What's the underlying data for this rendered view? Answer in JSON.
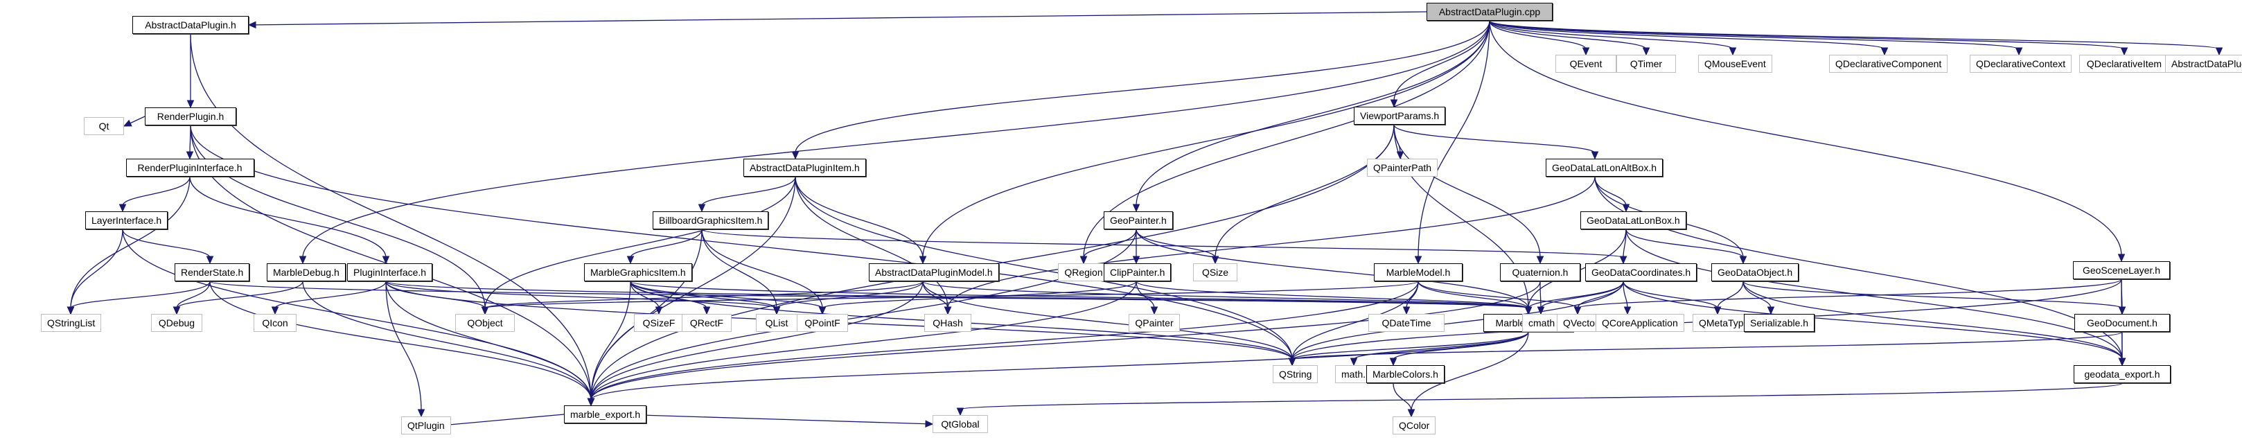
{
  "title": "AbstractDataPlugin.cpp include dependency graph",
  "colors": {
    "edge": "#191970",
    "root_fill": "#bfbfbf",
    "local_border": "#000000",
    "system_border": "#bfbfbf"
  },
  "nodes": [
    {
      "id": "root",
      "label": "AbstractDataPlugin.cpp",
      "kind": "root"
    },
    {
      "id": "adp_h",
      "label": "AbstractDataPlugin.h",
      "kind": "local"
    },
    {
      "id": "renderplugin",
      "label": "RenderPlugin.h",
      "kind": "local"
    },
    {
      "id": "qt",
      "label": "Qt",
      "kind": "system"
    },
    {
      "id": "rpi",
      "label": "RenderPluginInterface.h",
      "kind": "local"
    },
    {
      "id": "layeri",
      "label": "LayerInterface.h",
      "kind": "local"
    },
    {
      "id": "renderstate",
      "label": "RenderState.h",
      "kind": "local"
    },
    {
      "id": "marbledebug",
      "label": "MarbleDebug.h",
      "kind": "local"
    },
    {
      "id": "plugininterface",
      "label": "PluginInterface.h",
      "kind": "local"
    },
    {
      "id": "qstringlist",
      "label": "QStringList",
      "kind": "system"
    },
    {
      "id": "qdebug",
      "label": "QDebug",
      "kind": "system"
    },
    {
      "id": "qicon",
      "label": "QIcon",
      "kind": "system"
    },
    {
      "id": "qobject",
      "label": "QObject",
      "kind": "system"
    },
    {
      "id": "marble_export",
      "label": "marble_export.h",
      "kind": "local"
    },
    {
      "id": "qtplugin",
      "label": "QtPlugin",
      "kind": "system"
    },
    {
      "id": "qtglobal",
      "label": "QtGlobal",
      "kind": "system"
    },
    {
      "id": "adpitem",
      "label": "AbstractDataPluginItem.h",
      "kind": "local"
    },
    {
      "id": "billboard",
      "label": "BillboardGraphicsItem.h",
      "kind": "local"
    },
    {
      "id": "mgitem",
      "label": "MarbleGraphicsItem.h",
      "kind": "local"
    },
    {
      "id": "adpmodel",
      "label": "AbstractDataPluginModel.h",
      "kind": "local"
    },
    {
      "id": "qsizef",
      "label": "QSizeF",
      "kind": "system"
    },
    {
      "id": "qrectf",
      "label": "QRectF",
      "kind": "system"
    },
    {
      "id": "qlist",
      "label": "QList",
      "kind": "system"
    },
    {
      "id": "qpointf",
      "label": "QPointF",
      "kind": "system"
    },
    {
      "id": "qhash",
      "label": "QHash",
      "kind": "system"
    },
    {
      "id": "qregion",
      "label": "QRegion",
      "kind": "system"
    },
    {
      "id": "geopainter",
      "label": "GeoPainter.h",
      "kind": "local"
    },
    {
      "id": "clippainter",
      "label": "ClipPainter.h",
      "kind": "local"
    },
    {
      "id": "qsize",
      "label": "QSize",
      "kind": "system"
    },
    {
      "id": "qpainter",
      "label": "QPainter",
      "kind": "system"
    },
    {
      "id": "viewport",
      "label": "ViewportParams.h",
      "kind": "local"
    },
    {
      "id": "qpainterpath",
      "label": "QPainterPath",
      "kind": "system"
    },
    {
      "id": "marblemodel",
      "label": "MarbleModel.h",
      "kind": "local"
    },
    {
      "id": "qdatetime",
      "label": "QDateTime",
      "kind": "system"
    },
    {
      "id": "quaternion",
      "label": "Quaternion.h",
      "kind": "local"
    },
    {
      "id": "marbleglobal",
      "label": "MarbleGlobal.h",
      "kind": "local"
    },
    {
      "id": "qstring",
      "label": "QString",
      "kind": "system"
    },
    {
      "id": "mathh",
      "label": "math.h",
      "kind": "system"
    },
    {
      "id": "marblecolors",
      "label": "MarbleColors.h",
      "kind": "local"
    },
    {
      "id": "qcolor",
      "label": "QColor",
      "kind": "system"
    },
    {
      "id": "gdlaab",
      "label": "GeoDataLatLonAltBox.h",
      "kind": "local"
    },
    {
      "id": "gdllb",
      "label": "GeoDataLatLonBox.h",
      "kind": "local"
    },
    {
      "id": "gdcoords",
      "label": "GeoDataCoordinates.h",
      "kind": "local"
    },
    {
      "id": "gdobject",
      "label": "GeoDataObject.h",
      "kind": "local"
    },
    {
      "id": "cmath",
      "label": "cmath",
      "kind": "system"
    },
    {
      "id": "qvector",
      "label": "QVector",
      "kind": "system"
    },
    {
      "id": "qcoreapp",
      "label": "QCoreApplication",
      "kind": "system"
    },
    {
      "id": "qmetatype",
      "label": "QMetaType",
      "kind": "system"
    },
    {
      "id": "serializable",
      "label": "Serializable.h",
      "kind": "local"
    },
    {
      "id": "gscenelayer",
      "label": "GeoSceneLayer.h",
      "kind": "local"
    },
    {
      "id": "gdocument",
      "label": "GeoDocument.h",
      "kind": "local"
    },
    {
      "id": "geodata_export",
      "label": "geodata_export.h",
      "kind": "local"
    },
    {
      "id": "qevent",
      "label": "QEvent",
      "kind": "system"
    },
    {
      "id": "qtimer",
      "label": "QTimer",
      "kind": "system"
    },
    {
      "id": "qmouseevent",
      "label": "QMouseEvent",
      "kind": "system"
    },
    {
      "id": "qdeclcomp",
      "label": "QDeclarativeComponent",
      "kind": "system"
    },
    {
      "id": "qdeclctx",
      "label": "QDeclarativeContext",
      "kind": "system"
    },
    {
      "id": "qdeclitem",
      "label": "QDeclarativeItem",
      "kind": "system"
    },
    {
      "id": "adpmoc",
      "label": "AbstractDataPlugin.moc",
      "kind": "system"
    }
  ],
  "edges": [
    [
      "root",
      "adp_h"
    ],
    [
      "root",
      "marbledebug"
    ],
    [
      "root",
      "adpitem"
    ],
    [
      "root",
      "adpmodel"
    ],
    [
      "root",
      "qregion"
    ],
    [
      "root",
      "geopainter"
    ],
    [
      "root",
      "viewport"
    ],
    [
      "root",
      "marblemodel"
    ],
    [
      "root",
      "gscenelayer"
    ],
    [
      "root",
      "qevent"
    ],
    [
      "root",
      "qtimer"
    ],
    [
      "root",
      "qmouseevent"
    ],
    [
      "root",
      "qdeclcomp"
    ],
    [
      "root",
      "qdeclctx"
    ],
    [
      "root",
      "qdeclitem"
    ],
    [
      "root",
      "adpmoc"
    ],
    [
      "adp_h",
      "renderplugin"
    ],
    [
      "adp_h",
      "marble_export"
    ],
    [
      "renderplugin",
      "qt"
    ],
    [
      "renderplugin",
      "rpi"
    ],
    [
      "renderplugin",
      "qobject"
    ],
    [
      "renderplugin",
      "qstring"
    ],
    [
      "renderplugin",
      "marble_export"
    ],
    [
      "rpi",
      "layeri"
    ],
    [
      "rpi",
      "plugininterface"
    ],
    [
      "rpi",
      "qstringlist"
    ],
    [
      "layeri",
      "renderstate"
    ],
    [
      "layeri",
      "qstringlist"
    ],
    [
      "layeri",
      "marble_export"
    ],
    [
      "renderstate",
      "qstringlist"
    ],
    [
      "renderstate",
      "qdebug"
    ],
    [
      "renderstate",
      "marble_export"
    ],
    [
      "renderstate",
      "marbleglobal"
    ],
    [
      "marbledebug",
      "qdebug"
    ],
    [
      "marbledebug",
      "marble_export"
    ],
    [
      "plugininterface",
      "qicon"
    ],
    [
      "plugininterface",
      "qobject"
    ],
    [
      "plugininterface",
      "qtplugin"
    ],
    [
      "plugininterface",
      "marble_export"
    ],
    [
      "plugininterface",
      "qlist"
    ],
    [
      "plugininterface",
      "qstring"
    ],
    [
      "plugininterface",
      "marbleglobal"
    ],
    [
      "marble_export",
      "qtplugin"
    ],
    [
      "marble_export",
      "qtglobal"
    ],
    [
      "adpitem",
      "billboard"
    ],
    [
      "adpitem",
      "qobject"
    ],
    [
      "adpitem",
      "marble_export"
    ],
    [
      "adpitem",
      "qhash"
    ],
    [
      "adpitem",
      "qstring"
    ],
    [
      "adpitem",
      "adpmodel"
    ],
    [
      "billboard",
      "mgitem"
    ],
    [
      "billboard",
      "qlist"
    ],
    [
      "billboard",
      "qpointf"
    ],
    [
      "billboard",
      "marble_export"
    ],
    [
      "billboard",
      "gdcoords"
    ],
    [
      "mgitem",
      "qsizef"
    ],
    [
      "mgitem",
      "qrectf"
    ],
    [
      "mgitem",
      "qlist"
    ],
    [
      "mgitem",
      "qpointf"
    ],
    [
      "mgitem",
      "marble_export"
    ],
    [
      "mgitem",
      "qstring"
    ],
    [
      "mgitem",
      "marbleglobal"
    ],
    [
      "adpmodel",
      "qlist"
    ],
    [
      "adpmodel",
      "qhash"
    ],
    [
      "adpmodel",
      "qobject"
    ],
    [
      "adpmodel",
      "marble_export"
    ],
    [
      "adpmodel",
      "qstring"
    ],
    [
      "adpmodel",
      "marbleglobal"
    ],
    [
      "geopainter",
      "clippainter"
    ],
    [
      "geopainter",
      "qregion"
    ],
    [
      "geopainter",
      "qsize"
    ],
    [
      "geopainter",
      "marbleglobal"
    ],
    [
      "geopainter",
      "marble_export"
    ],
    [
      "clippainter",
      "qpainter"
    ],
    [
      "clippainter",
      "qpointf"
    ],
    [
      "clippainter",
      "marble_export"
    ],
    [
      "clippainter",
      "marbleglobal"
    ],
    [
      "viewport",
      "qpainterpath"
    ],
    [
      "viewport",
      "gdlaab"
    ],
    [
      "viewport",
      "qsize"
    ],
    [
      "viewport",
      "quaternion"
    ],
    [
      "viewport",
      "marbleglobal"
    ],
    [
      "viewport",
      "marble_export"
    ],
    [
      "marblemodel",
      "qdatetime"
    ],
    [
      "marblemodel",
      "marbleglobal"
    ],
    [
      "marblemodel",
      "qobject"
    ],
    [
      "marblemodel",
      "qstring"
    ],
    [
      "marblemodel",
      "marble_export"
    ],
    [
      "marblemodel",
      "qvector"
    ],
    [
      "quaternion",
      "cmath"
    ],
    [
      "quaternion",
      "marble_export"
    ],
    [
      "marbleglobal",
      "qstring"
    ],
    [
      "marbleglobal",
      "mathh"
    ],
    [
      "marbleglobal",
      "marblecolors"
    ],
    [
      "marbleglobal",
      "qcolor"
    ],
    [
      "marbleglobal",
      "marble_export"
    ],
    [
      "marblecolors",
      "qcolor"
    ],
    [
      "gdlaab",
      "gdllb"
    ],
    [
      "gdlaab",
      "gdobject"
    ],
    [
      "gdlaab",
      "qhash"
    ],
    [
      "gdlaab",
      "geodata_export"
    ],
    [
      "gdllb",
      "gdcoords"
    ],
    [
      "gdllb",
      "gdobject"
    ],
    [
      "gdllb",
      "marbleglobal"
    ],
    [
      "gdllb",
      "geodata_export"
    ],
    [
      "gdcoords",
      "cmath"
    ],
    [
      "gdcoords",
      "qvector"
    ],
    [
      "gdcoords",
      "qcoreapp"
    ],
    [
      "gdcoords",
      "qmetatype"
    ],
    [
      "gdcoords",
      "marbleglobal"
    ],
    [
      "gdcoords",
      "qstring"
    ],
    [
      "gdcoords",
      "geodata_export"
    ],
    [
      "gdobject",
      "qmetatype"
    ],
    [
      "gdobject",
      "serializable"
    ],
    [
      "gdobject",
      "gdocument"
    ],
    [
      "gdobject",
      "geodata_export"
    ],
    [
      "gscenelayer",
      "gdocument"
    ],
    [
      "gscenelayer",
      "qvector"
    ],
    [
      "gscenelayer",
      "qstring"
    ],
    [
      "gscenelayer",
      "geodata_export"
    ],
    [
      "gdocument",
      "geodata_export"
    ],
    [
      "gdocument",
      "qstring"
    ],
    [
      "geodata_export",
      "qtglobal"
    ]
  ]
}
